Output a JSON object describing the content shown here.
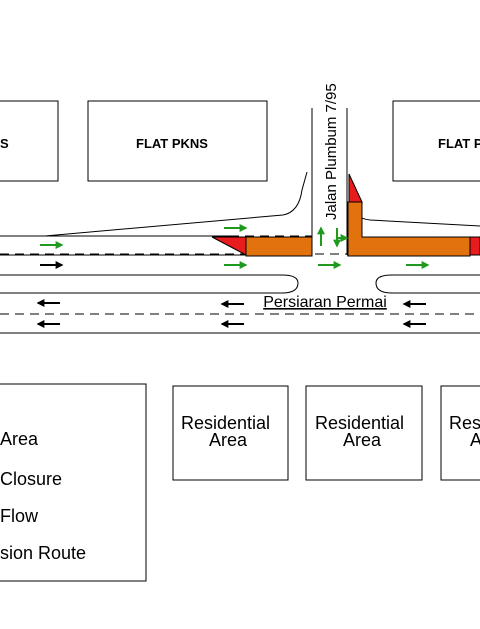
{
  "buildings": {
    "left": "S",
    "center": "FLAT PKNS",
    "right": "FLAT PKNS"
  },
  "roads": {
    "vertical": "Jalan Plumbum 7/95",
    "horizontal": "Persiaran Permai"
  },
  "residential": [
    "Residential Area",
    "Residential Area",
    "Residential Area"
  ],
  "residential_partial_right": [
    "Res",
    "A"
  ],
  "legend": {
    "items": [
      "Area",
      "Closure",
      "Flow",
      "sion Route"
    ]
  },
  "colors": {
    "work_area": "#e2720e",
    "road_closure": "#e81c1c",
    "traffic_flow": "#000000",
    "diversion_route": "#1f9a1f",
    "line": "#000000",
    "background": "#ffffff"
  },
  "icons": {
    "traffic_flow": "black-arrow-icon",
    "diversion_route": "green-arrow-icon"
  }
}
